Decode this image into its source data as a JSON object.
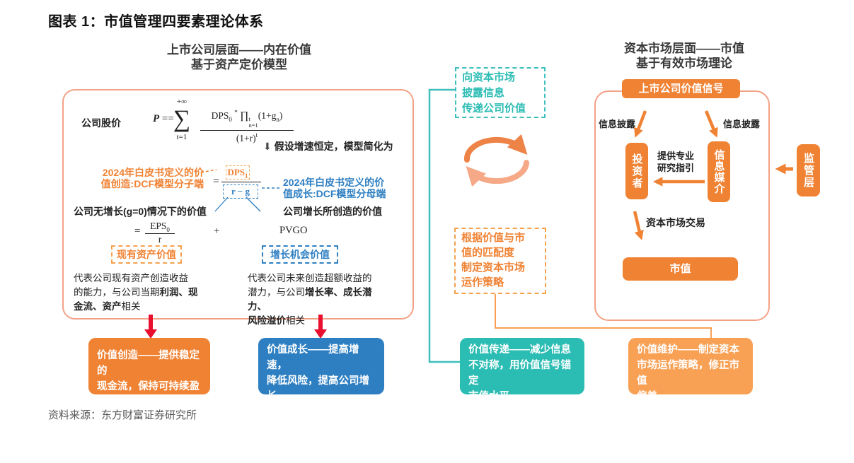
{
  "title": "图表 1：市值管理四要素理论体系",
  "source": "资料来源：东方财富证券研究所",
  "colors": {
    "orange": "#F08233",
    "orange_light": "#F8A155",
    "blue": "#2E7FC2",
    "teal": "#2BBCB3",
    "red": "#E8102E",
    "salmon_border": "#F3A185",
    "gray_text": "#595757"
  },
  "left_panel": {
    "header_line1": "上市公司层面——内在价值",
    "header_line2": "基于资产定价模型",
    "stock_price_label": "公司股价",
    "formula1": {
      "p": "P",
      "eq": "=",
      "sum_top": "+∞",
      "sum": "∑",
      "sum_bottom": "t=1",
      "num_dps": "DPS",
      "num_dps_sub": "0",
      "star": "*",
      "prod": "∏",
      "prod_sup": "t",
      "prod_sub": "n=1",
      "num_tail": "(1+g",
      "num_tail_sub": "n",
      "num_close": ")",
      "den": "(1+r)",
      "den_sup": "t"
    },
    "simplify_icon": "⬇",
    "simplify_note": "假设增速恒定，模型简化为",
    "value_creation_note": "2024年白皮书定义的价\n值创造:DCF模型分子端",
    "value_growth_note": "2024年白皮书定义的价\n值成长:DCF模型分母端",
    "formula2": {
      "eq": "=",
      "num": "DPS",
      "num_sub": "1",
      "den": "r − g"
    },
    "no_growth_label": "公司无增长(g=0)情况下的价值",
    "growth_created_label": "公司增长所创造的价值",
    "formula3": {
      "eq": "=",
      "num": "EPS",
      "num_sub": "0",
      "den": "r",
      "plus": "+",
      "pvgo": "PVGO"
    },
    "existing_asset_tag": "现有资产价值",
    "growth_opportunity_tag": "增长机会价值",
    "para_existing": {
      "pre": "代表公司现有资产创造收益\n的能力，与公司当期",
      "bold": "利润、现\n金流、资产",
      "post": "相关"
    },
    "para_growth": {
      "pre": "代表公司未来创造超额收益的\n潜力，与公司",
      "bold": "增长率、成长潜力、\n风险溢价",
      "post": "相关"
    }
  },
  "middle": {
    "disclose_box": "向资本市场\n披露信息\n传递公司价值",
    "strategy_box": "根据价值与市\n值的匹配度\n制定资本市场\n运作策略"
  },
  "right_panel": {
    "header_line1": "资本市场层面——市值",
    "header_line2": "基于有效市场理论",
    "signal_box": "上市公司价值信号",
    "disclosure_left": "信息披露",
    "disclosure_right": "信息披露",
    "investor_box": "投资者",
    "media_box": "信息媒介",
    "guidance_note": "提供专业\n研究指引",
    "regulator_box": "监管层",
    "trading_label": "资本市场交易",
    "market_cap_box": "市值"
  },
  "bottom_boxes": {
    "value_creation": "价值创造——提供稳定的\n现金流，保持可持续盈利",
    "value_growth": "价值成长——提高增速，\n降低风险，提高公司增长\n机会价值",
    "value_transfer": "价值传递——减少信息\n不对称，用价值信号锚定\n市值水平",
    "value_maintenance": "价值维护——制定资本\n市场运作策略，修正市值\n偏差"
  }
}
